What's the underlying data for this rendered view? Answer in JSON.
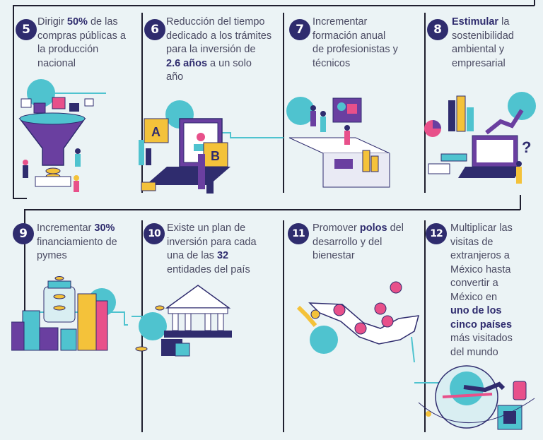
{
  "colors": {
    "navy": "#2f2c6e",
    "text": "#4a4a62",
    "teal": "#4fc3cf",
    "purple": "#6a3fa0",
    "yellow": "#f4c23a",
    "pink": "#e8508a",
    "background": "#ebf3f5"
  },
  "goals": [
    {
      "number": "5",
      "lines": [
        {
          "pre": "Dirigir ",
          "bold": "50%",
          "post": " de las"
        },
        {
          "pre": "compras públicas a"
        },
        {
          "pre": "la producción"
        },
        {
          "pre": "nacional"
        }
      ],
      "icon": "funnel-icon"
    },
    {
      "number": "6",
      "lines": [
        {
          "pre": "Reducción del tiempo"
        },
        {
          "pre": "dedicado a los trámites"
        },
        {
          "pre": "para la inversión de"
        },
        {
          "bold": "2.6 años",
          "post": " a un solo"
        },
        {
          "pre": "año"
        }
      ],
      "icon": "laptop-icon"
    },
    {
      "number": "7",
      "lines": [
        {
          "pre": "Incrementar"
        },
        {
          "pre": "formación anual"
        },
        {
          "pre": "de profesionistas y"
        },
        {
          "pre": "técnicos"
        }
      ],
      "icon": "training-room-icon"
    },
    {
      "number": "8",
      "lines": [
        {
          "bold": "Estimular",
          "post": " la"
        },
        {
          "pre": "sostenibilidad"
        },
        {
          "pre": "ambiental y"
        },
        {
          "pre": "empresarial"
        }
      ],
      "icon": "analytics-icon"
    },
    {
      "number": "9",
      "lines": [
        {
          "pre": "Incrementar ",
          "bold": "30%"
        },
        {
          "pre": "financiamiento de"
        },
        {
          "pre": "pymes"
        }
      ],
      "icon": "city-savings-icon"
    },
    {
      "number": "10",
      "lines": [
        {
          "pre": "Existe un plan de"
        },
        {
          "pre": "inversión para cada"
        },
        {
          "pre": "una de las ",
          "bold": "32"
        },
        {
          "pre": "entidades del país"
        }
      ],
      "icon": "bank-icon"
    },
    {
      "number": "11",
      "lines": [
        {
          "pre": "Promover ",
          "bold": "polos",
          "post": " del"
        },
        {
          "pre": "desarrollo y del"
        },
        {
          "pre": "bienestar"
        }
      ],
      "icon": "mexico-map-icon"
    },
    {
      "number": "12",
      "lines": [
        {
          "pre": "Multiplicar las"
        },
        {
          "pre": "visitas de"
        },
        {
          "pre": "extranjeros a"
        },
        {
          "pre": "México hasta"
        },
        {
          "pre": "convertir a"
        },
        {
          "pre": "México en"
        },
        {
          "bold": "uno de los"
        },
        {
          "bold": "cinco países"
        },
        {
          "pre": "más visitados"
        },
        {
          "pre": "del mundo"
        }
      ],
      "icon": "globe-travel-icon"
    }
  ]
}
